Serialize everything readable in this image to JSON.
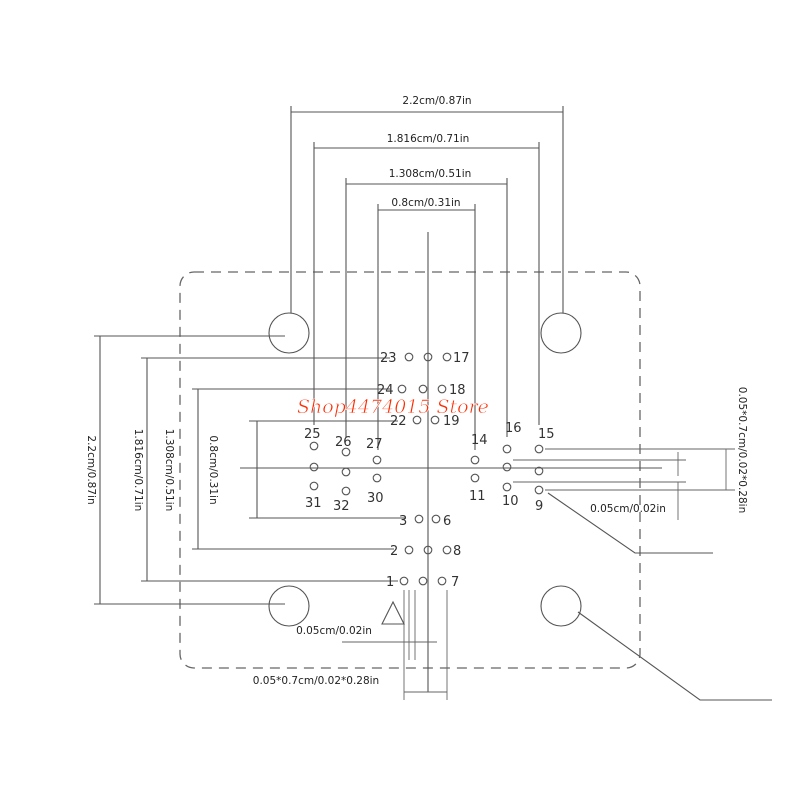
{
  "dimensions": {
    "top_22": "2.2cm/0.87in",
    "top_1816": "1.816cm/0.71in",
    "top_1308": "1.308cm/0.51in",
    "top_08": "0.8cm/0.31in",
    "left_22": "2.2cm/0.87in",
    "left_1816": "1.816cm/0.71in",
    "left_1308": "1.308cm/0.51in",
    "left_08": "0.8cm/0.31in",
    "right_pitch": "0.05*0.7cm/0.02*0.28in",
    "right_gap": "0.05cm/0.02in",
    "bottom_gap": "0.05cm/0.02in",
    "bottom_pitch": "0.05*0.7cm/0.02*0.28in"
  },
  "pins": {
    "p1": "1",
    "p2": "2",
    "p3": "3",
    "p6": "6",
    "p7": "7",
    "p8": "8",
    "p9": "9",
    "p10": "10",
    "p11": "11",
    "p14": "14",
    "p15": "15",
    "p16": "16",
    "p17": "17",
    "p18": "18",
    "p19": "19",
    "p22": "22",
    "p23": "23",
    "p24": "24",
    "p25": "25",
    "p26": "26",
    "p27": "27",
    "p30": "30",
    "p31": "31",
    "p32": "32"
  },
  "watermark": "Shop4474015 Store"
}
